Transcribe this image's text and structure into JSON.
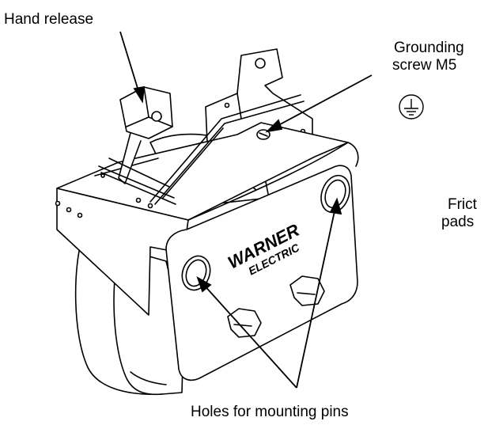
{
  "labels": {
    "hand_release": "Hand release",
    "grounding_line1": "Grounding",
    "grounding_line2": "screw M5",
    "friction_line1": "Frict",
    "friction_line2": "pads",
    "holes": "Holes for mounting pins"
  },
  "brand": {
    "line1": "WARNER",
    "line2": "ELECTRIC"
  },
  "icons": {
    "ground_symbol": "ground-symbol-icon"
  },
  "colors": {
    "stroke": "#000000",
    "fill": "#ffffff"
  }
}
